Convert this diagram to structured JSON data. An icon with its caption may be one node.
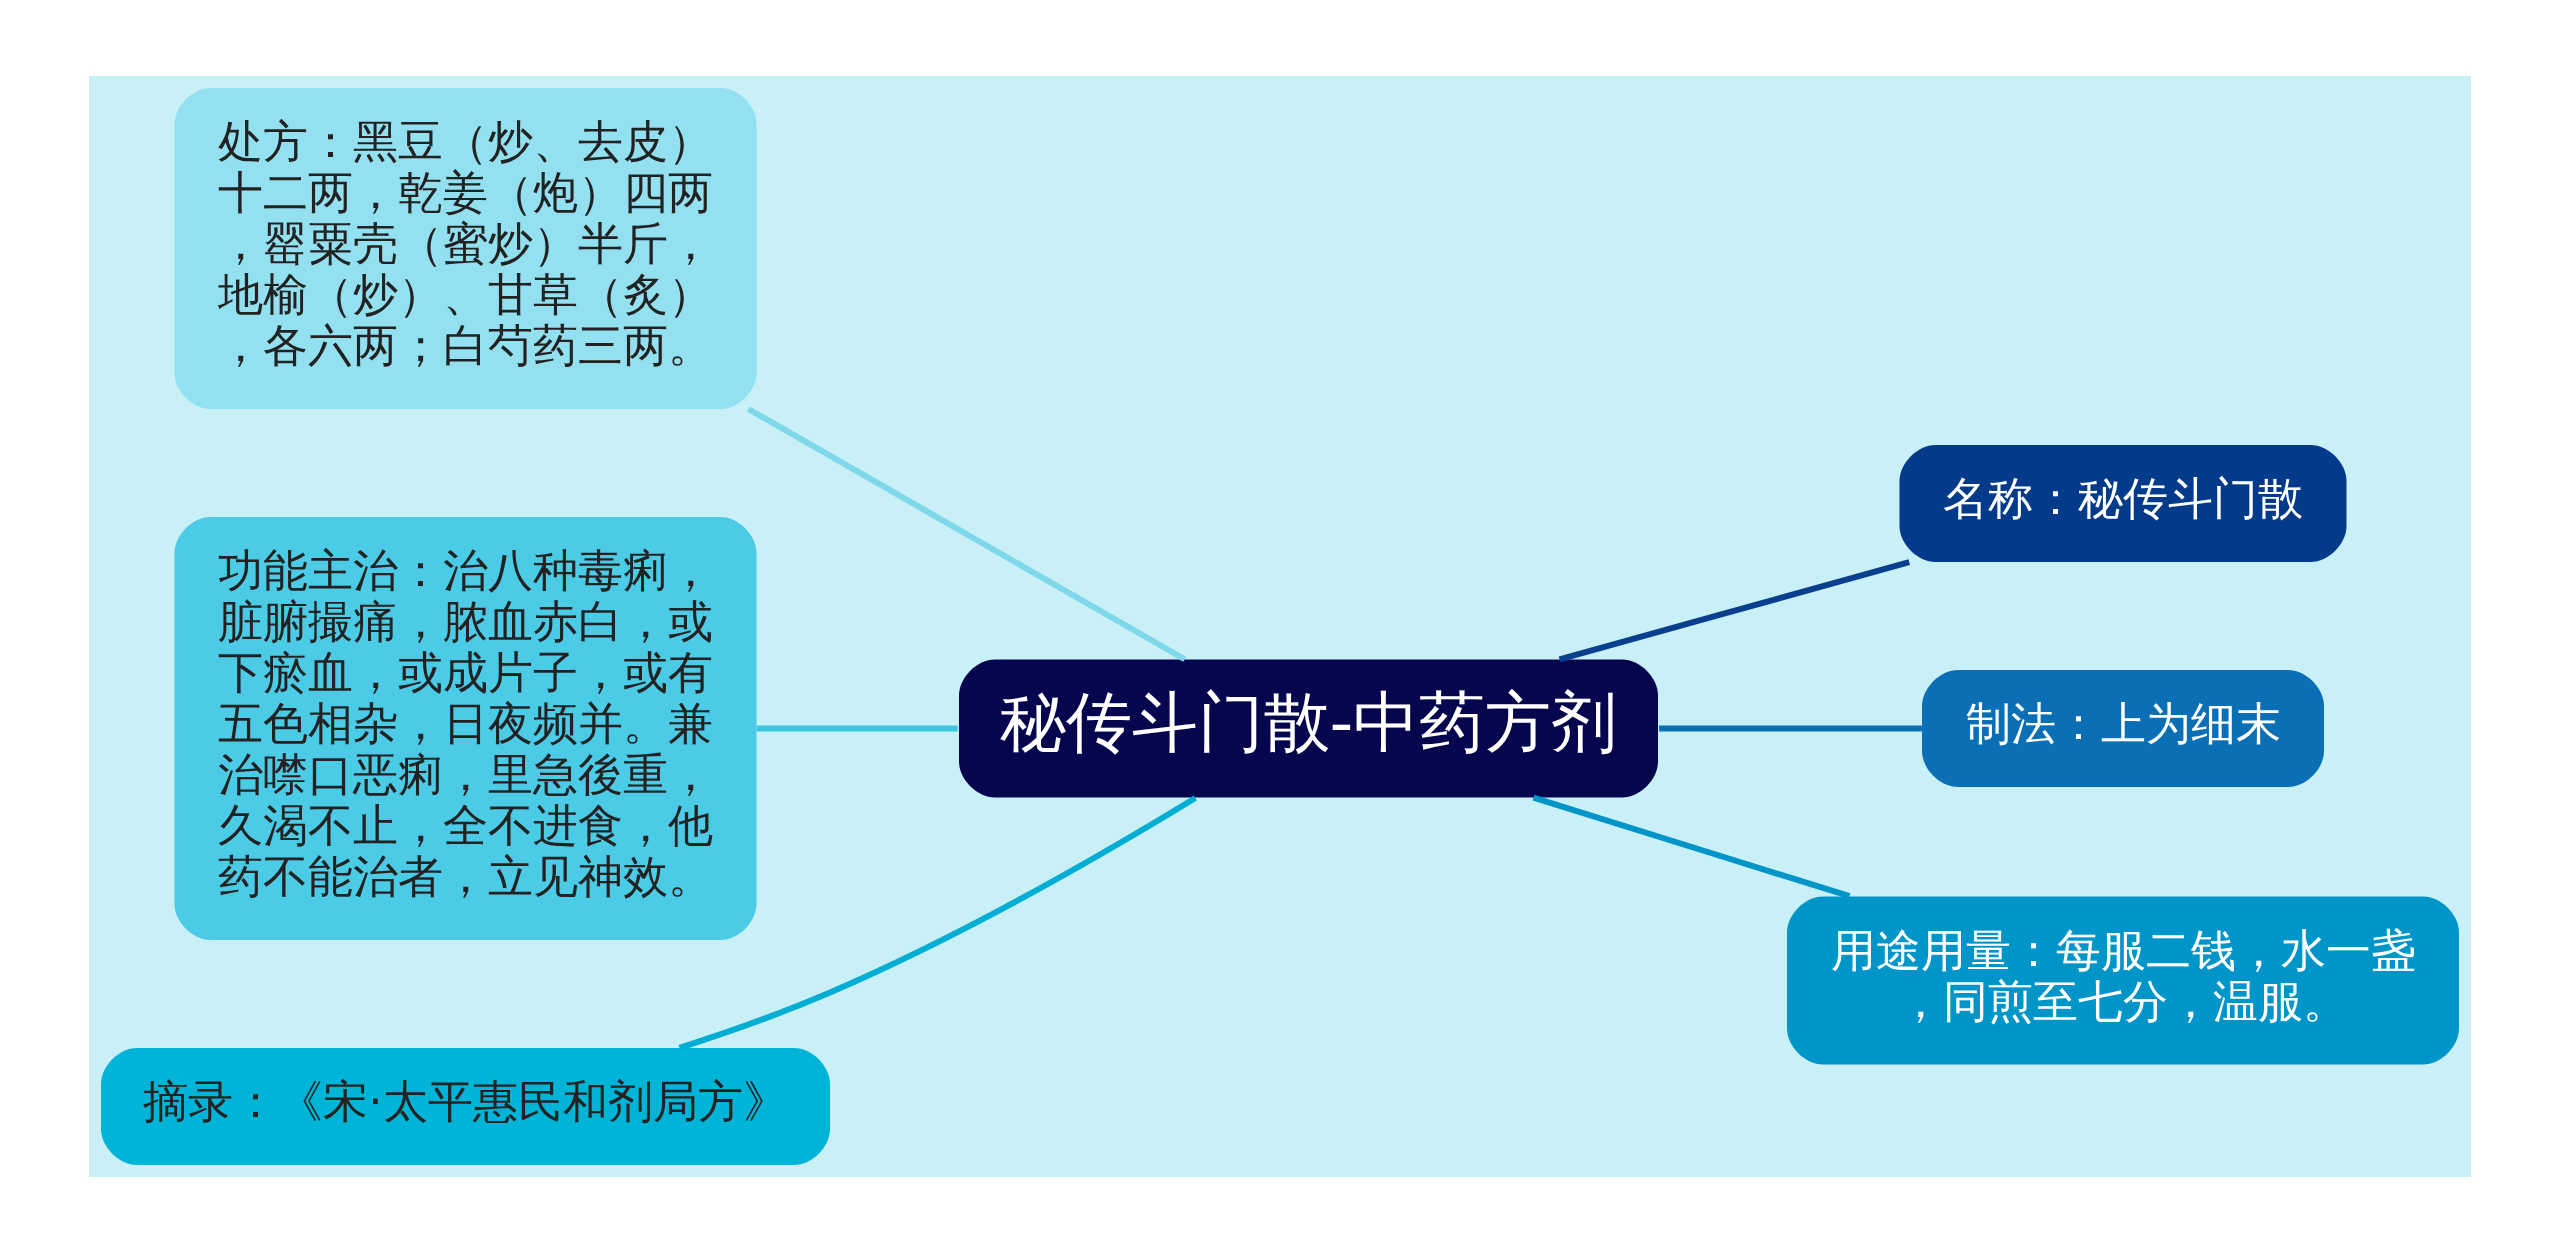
{
  "diagram": {
    "nodes": [
      {
        "text": [
          "秘传斗门散-中药方剂"
        ]
      },
      {
        "text": [
          "处方：黑豆（炒、去皮）十二两，乾姜（炮）四两，罂粟壳（蜜炒）半斤，地榆（炒）、甘草（炙），各六两；白芍药三两。"
        ]
      },
      {
        "text": [
          "功能主治：治八种毒痢，脏腑撮痛，脓血赤白，或下瘀血，或成片子，或有五色相杂，日夜频并。兼治噤口恶痢，里急後重，久渴不止，全不进食，他药不能治者，立见神效。"
        ]
      },
      {
        "text": [
          "摘录：《宋·太平惠民和剂局方》"
        ]
      },
      {
        "text": [
          "名称：秘传斗门散"
        ]
      },
      {
        "text": [
          "制法：上为细末"
        ]
      },
      {
        "text": [
          "用途用量：每服二钱，水一盏，同煎至七分，温服。"
        ]
      }
    ],
    "edges": [
      {
        "from": 0,
        "to": 1,
        "arrow": "none",
        "color": "#7fd8ea"
      },
      {
        "from": 0,
        "to": 2,
        "arrow": "none",
        "color": "#3cc4e0"
      },
      {
        "from": 0,
        "to": 3,
        "arrow": "none",
        "color": "#00aed4"
      },
      {
        "from": 0,
        "to": 4,
        "arrow": "none",
        "color": "#0a3f8f"
      },
      {
        "from": 0,
        "to": 5,
        "arrow": "none",
        "color": "#0a6fb5"
      },
      {
        "from": 0,
        "to": 6,
        "arrow": "none",
        "color": "#0095c9"
      }
    ]
  }
}
